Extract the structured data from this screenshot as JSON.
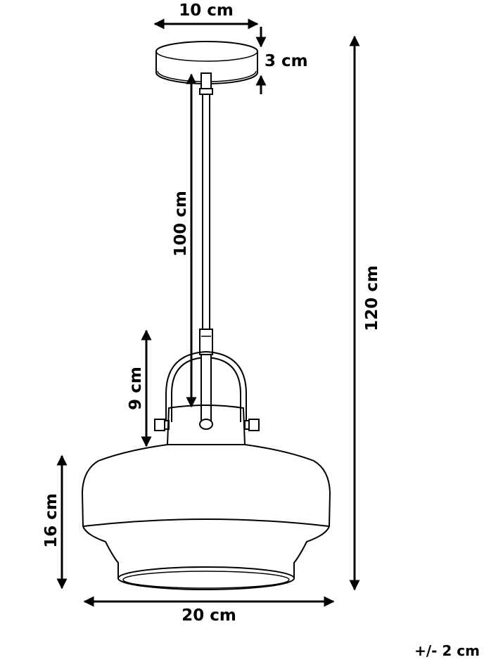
{
  "dimensions": {
    "canopy_width": "10 cm",
    "canopy_height": "3 cm",
    "rod_length": "100 cm",
    "total_height": "120 cm",
    "bracket_height": "9 cm",
    "shade_height": "16 cm",
    "shade_width": "20 cm"
  },
  "tolerance": "+/- 2 cm",
  "colors": {
    "line": "#000000",
    "background": "#ffffff"
  }
}
